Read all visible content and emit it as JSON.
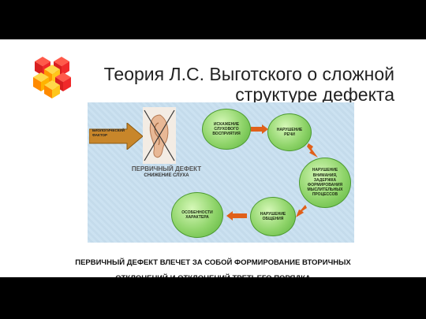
{
  "title": {
    "line1": "Теория Л.С. Выготского о сложной",
    "line2": "структуре дефекта"
  },
  "logo": {
    "icon": "cube-cluster-logo",
    "colors": [
      "#f0292a",
      "#ffc61a",
      "#ff8a00"
    ]
  },
  "diagram": {
    "input_arrow_label": "БИОЛОГИЧЕСКИЙ ФАКТОР",
    "primary_defect_title": "ПЕРВИЧНЫЙ ДЕФЕКТ",
    "primary_defect_sub": "СНИЖЕНИЕ СЛУХА",
    "nodes": [
      {
        "label": "ИСКАЖЕНИЕ\nСЛУХОВОГО\nВОСПРИЯТИЯ"
      },
      {
        "label": "НАРУШЕНИЕ\nРЕЧИ"
      },
      {
        "label": "НАРУШЕНИЕ\nВНИМАНИЯ,\nЗАДЕРЖКА\nФОРМИРОВАНИЯ\nМЫСЛИТЕЛЬНЫХ\nПРОЦЕССОВ"
      },
      {
        "label": "НАРУШЕНИЕ\nОБЩЕНИЯ"
      },
      {
        "label": "ОСОБЕННОСТИ\nХАРАКТЕРА"
      }
    ],
    "colors": {
      "background": "#c8dff0",
      "node": "#8fd46a",
      "arrow": "#e0601a",
      "input_arrow": "#c8862a"
    }
  },
  "caption": {
    "line1": "ПЕРВИЧНЫЙ ДЕФЕКТ ВЛЕЧЕТ ЗА СОБОЙ ФОРМИРОВАНИЕ ВТОРИЧНЫХ",
    "line2": "ОТКЛОНЕНИЙ И ОТКЛОНЕНИЙ ТРЕТЬЕГО ПОРЯДКА"
  }
}
